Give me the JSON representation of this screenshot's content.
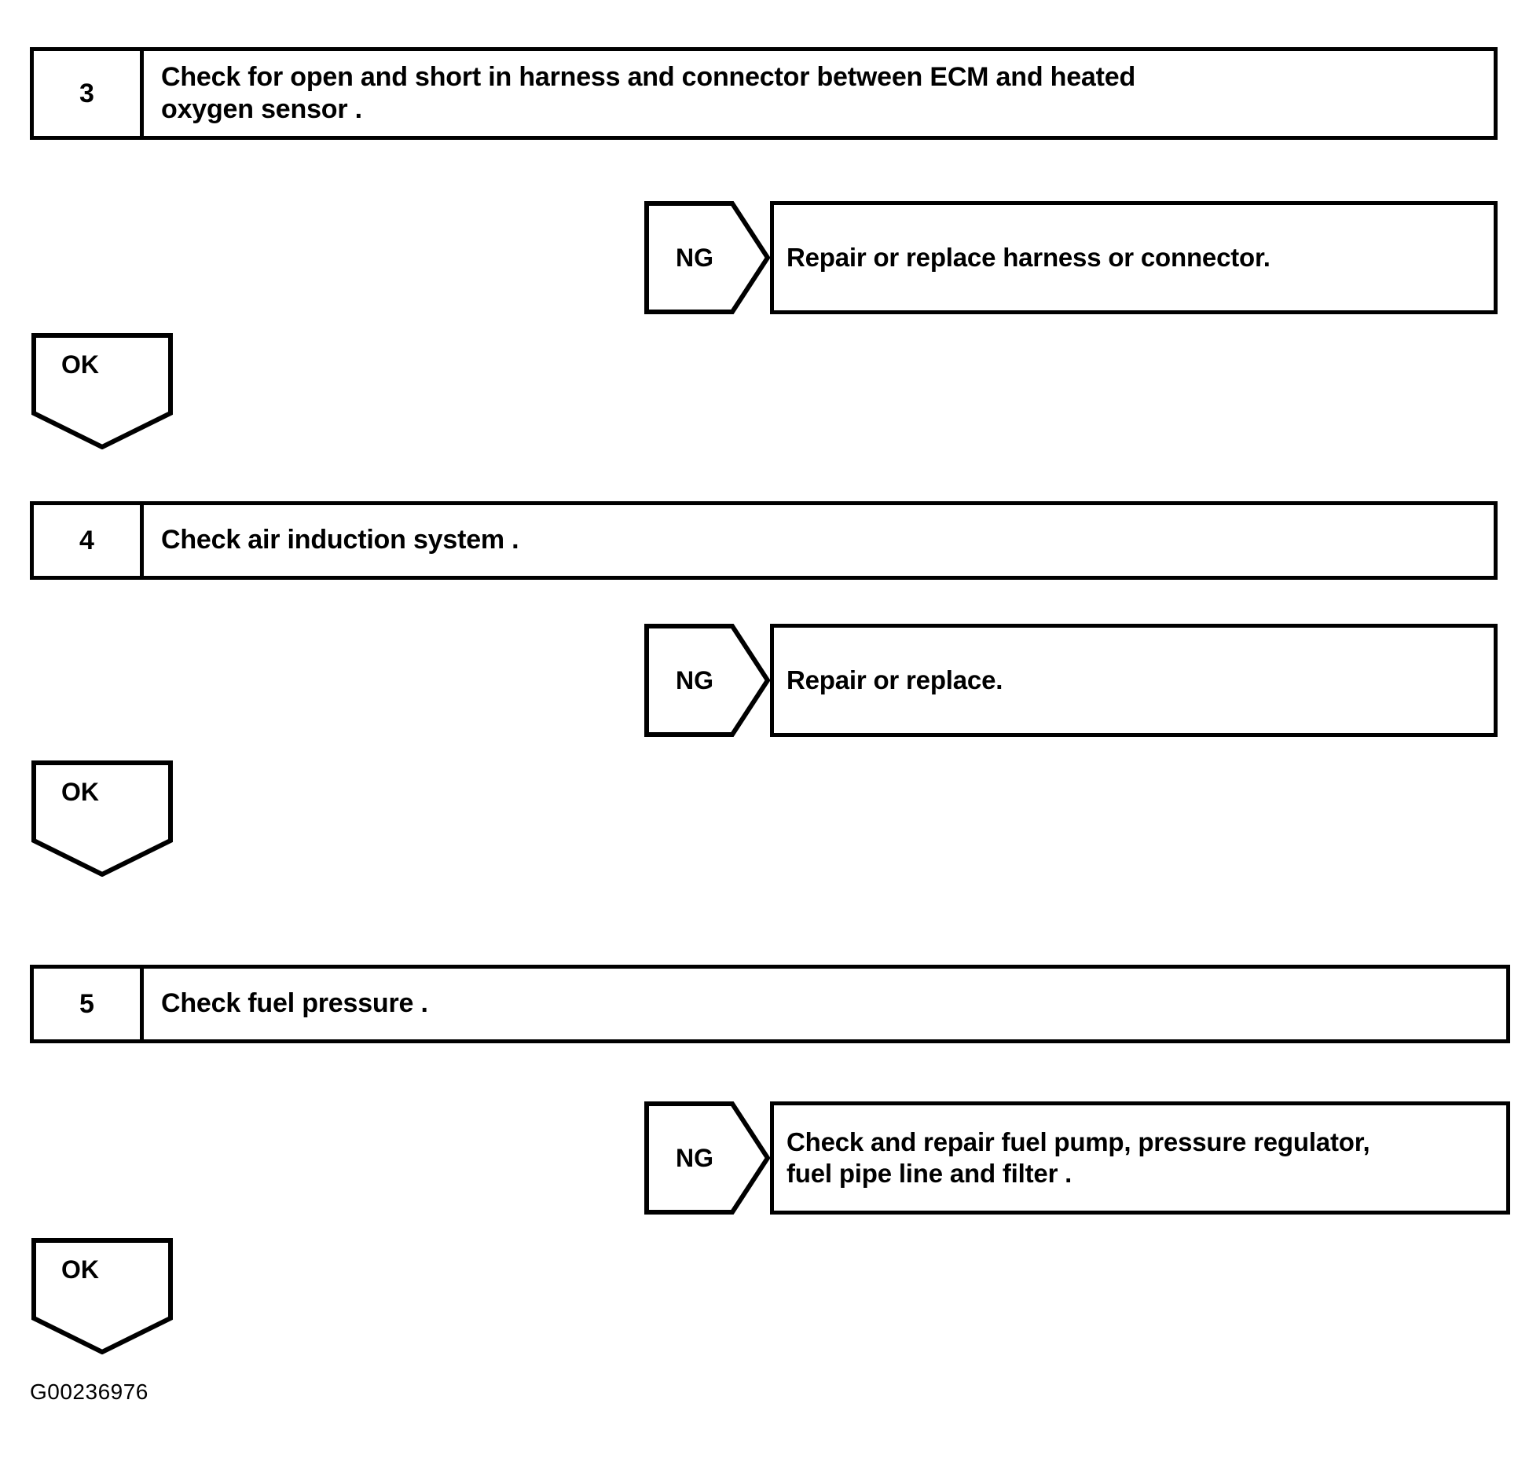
{
  "figure": {
    "id_code": "G00236976",
    "type": "diagnostic-flowchart"
  },
  "steps": [
    {
      "number": "3",
      "title_line1": "Check for open and short in harness and connector between ECM and heated",
      "title_line2": "oxygen sensor .",
      "ng": {
        "label": "NG",
        "result_line1": "Repair or replace harness or connector.",
        "result_line2": ""
      },
      "ok": {
        "label": "OK"
      }
    },
    {
      "number": "4",
      "title_line1": "Check air induction system .",
      "title_line2": "",
      "ng": {
        "label": "NG",
        "result_line1": "Repair or replace.",
        "result_line2": ""
      },
      "ok": {
        "label": "OK"
      }
    },
    {
      "number": "5",
      "title_line1": "Check fuel pressure .",
      "title_line2": "",
      "ng": {
        "label": "NG",
        "result_line1": "Check and repair fuel pump, pressure regulator,",
        "result_line2": "fuel pipe line and filter ."
      },
      "ok": {
        "label": "OK"
      }
    }
  ],
  "colors": {
    "stroke": "#000000",
    "background": "#ffffff"
  }
}
